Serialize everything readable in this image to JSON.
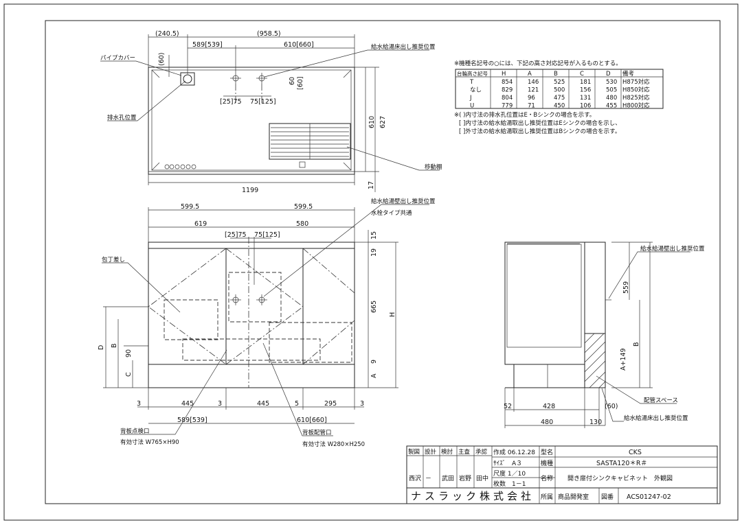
{
  "top_dims": {
    "left_overall": "(240.5)",
    "right_overall": "(958.5)",
    "d589": "589[539]",
    "d610": "610[660]",
    "d60_vertical": "(60)",
    "d60_small": "60",
    "d60_bracket": "[60]",
    "d25_75": "[25]75",
    "d75_125": "75[125]",
    "d610_right": "610",
    "d627": "627",
    "d17": "17",
    "d1199": "1199"
  },
  "front_dims": {
    "half_left": "599.5",
    "half_right": "599.5",
    "d619": "619",
    "d580": "580",
    "d25_75": "[25]75",
    "d75_125": "75[125]",
    "d15": "15",
    "d19": "19",
    "d665": "665",
    "H": "H",
    "d9": "9",
    "A": "A",
    "D": "D",
    "B": "B",
    "d90": "90",
    "C": "C",
    "b3a": "3",
    "b445a": "445",
    "b3b": "3",
    "b445b": "445",
    "b5": "5",
    "b295": "295",
    "b3c": "3",
    "b589": "589[539]",
    "b610": "610[660]"
  },
  "side_dims": {
    "d559": "559",
    "B": "B",
    "A149": "A+149",
    "d52": "52",
    "d428": "428",
    "d60": "(60)",
    "d480": "480",
    "d130": "130"
  },
  "labels": {
    "pipe_cover": "パイプカバー",
    "drain_hole": "排水孔位置",
    "floor_supply": "給水給湯床出し推奨位置",
    "movable_shelf": "移動棚",
    "wall_supply": "給水給湯壁出し推奨位置",
    "faucet_common": "水栓タイプ共通",
    "knife_slot": "包丁差し",
    "back_check_port": "背板点検口",
    "back_check_size": "有効寸法 W765×H90",
    "back_pipe_port": "背板配管口",
    "back_pipe_size": "有効寸法 W280×H250",
    "side_wall_supply": "給水給湯壁出し推奨位置",
    "piping_space": "配管スペース",
    "side_floor_supply": "給水給湯床出し推奨位置"
  },
  "notes": {
    "intro": "※機種名記号の○には、下記の高さ対応記号が入るものとする。",
    "table_headers": [
      "台輪高さ記号",
      "H",
      "A",
      "B",
      "C",
      "D",
      "備考"
    ],
    "table_rows": [
      [
        "T",
        "854",
        "146",
        "525",
        "181",
        "530",
        "H875対応"
      ],
      [
        "なし",
        "829",
        "121",
        "500",
        "156",
        "505",
        "H850対応"
      ],
      [
        "J",
        "804",
        "96",
        "475",
        "131",
        "480",
        "H825対応"
      ],
      [
        "U",
        "779",
        "71",
        "450",
        "106",
        "455",
        "H800対応"
      ]
    ],
    "note1": "※( )内寸法の排水孔位置はE・Bシンクの場合を示す。",
    "note2": "[ ]内寸法の給水給湯取出し推奨位置はEシンクの場合を示し、",
    "note3": "[ ]外寸法の給水給湯取出し推奨位置はBシンクの場合を示す。"
  },
  "title_block": {
    "roles": [
      "製図",
      "設計",
      "検討",
      "主査",
      "承認"
    ],
    "names": [
      "西沢",
      "－",
      "武田",
      "岩野",
      "田中"
    ],
    "created": "作成 06.12.28",
    "size": "ｻｲｽﾞ　A３",
    "scale": "尺度 1／10",
    "sheets": "枚数　1－1",
    "model_no_label": "型名",
    "model_no": "CKS",
    "model_label": "機種",
    "model": "SASTA120＊R＃",
    "name_label": "名称",
    "name": "開き扉付シンクキャビネット　外観図",
    "company": "ナスラック株式会社",
    "dept_label": "所属",
    "dept": "商品開発室",
    "drawing_no_label": "図番",
    "drawing_no": "ACS01247-02"
  }
}
